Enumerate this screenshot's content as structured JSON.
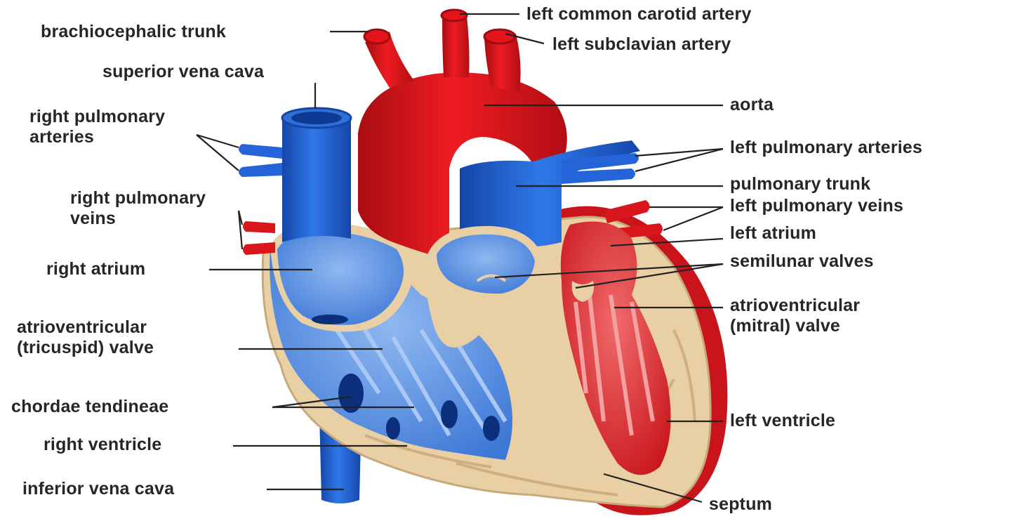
{
  "labels": {
    "brachiocephalic_trunk": "brachiocephalic trunk",
    "left_common_carotid_artery": "left common carotid artery",
    "left_subclavian_artery": "left subclavian artery",
    "superior_vena_cava": "superior vena cava",
    "aorta": "aorta",
    "right_pulmonary_arteries": "right pulmonary\narteries",
    "left_pulmonary_arteries": "left pulmonary arteries",
    "pulmonary_trunk": "pulmonary trunk",
    "right_pulmonary_veins": "right pulmonary\nveins",
    "left_pulmonary_veins": "left pulmonary veins",
    "left_atrium": "left atrium",
    "right_atrium": "right atrium",
    "semilunar_valves": "semilunar valves",
    "atrioventricular_mitral_valve": "atrioventricular\n(mitral) valve",
    "atrioventricular_tricuspid_valve": "atrioventricular\n(tricuspid) valve",
    "chordae_tendineae": "chordae tendineae",
    "left_ventricle": "left ventricle",
    "right_ventricle": "right ventricle",
    "inferior_vena_cava": "inferior vena cava",
    "septum": "septum"
  },
  "colors": {
    "oxygenated": "#e3141b",
    "deoxygenated": "#1e5fd6",
    "myocardium": "#e9cfa4",
    "label_text": "#262626",
    "leader_line": "#222222"
  }
}
